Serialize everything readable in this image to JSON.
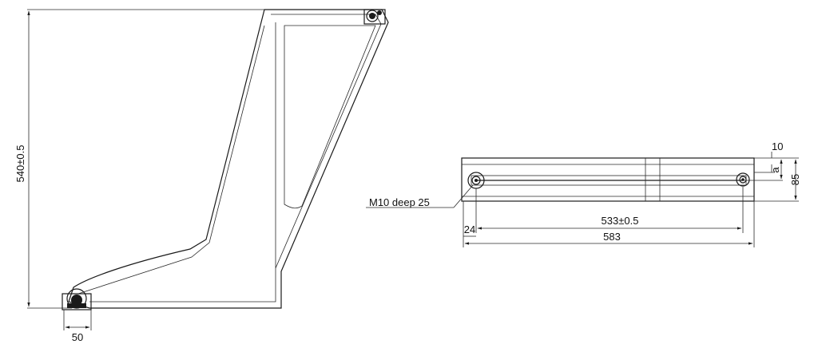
{
  "colors": {
    "line": "#1a1a1a",
    "background": "#ffffff"
  },
  "side_view": {
    "height_label": "540±0.5",
    "base_width_label": "50"
  },
  "top_view": {
    "thread_callout": "M10 deep 25",
    "hole_spacing_label": "533±0.5",
    "overall_length_label": "583",
    "edge_offset_label": "24",
    "top_offset_label": "10",
    "hole_offset_label": "a",
    "width_label": "85"
  }
}
